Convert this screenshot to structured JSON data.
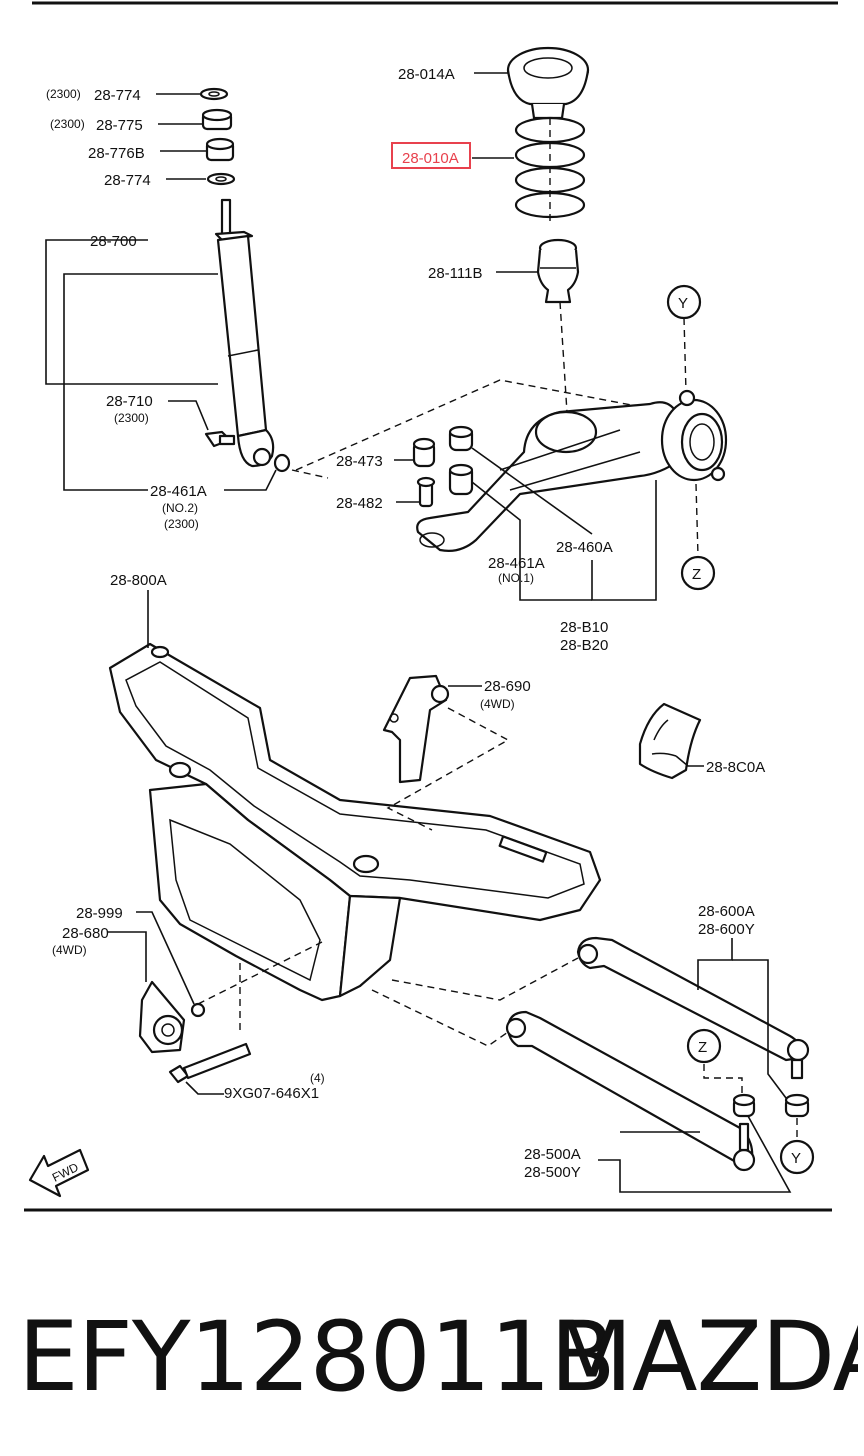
{
  "highlight_color": "#e8414d",
  "labels": {
    "l_28_014A": "28-014A",
    "l_28_010A": "28-010A",
    "l_28_111B": "28-111B",
    "l_28_774_top": "28-774",
    "l_28_775": "28-775",
    "l_28_776B": "28-776B",
    "l_28_774_bot": "28-774",
    "l_2300_a": "(2300)",
    "l_2300_b": "(2300)",
    "l_28_700": "28-700",
    "l_28_710": "28-710",
    "l_28_710_sub": "(2300)",
    "l_28_461A_no2": "28-461A",
    "l_no2": "(NO.2)",
    "l_no2_sub": "(2300)",
    "l_28_473": "28-473",
    "l_28_482": "28-482",
    "l_28_460A": "28-460A",
    "l_28_461A_no1": "28-461A",
    "l_no1": "(NO.1)",
    "l_28_B10": "28-B10",
    "l_28_B20": "28-B20",
    "l_Y_top": "Y",
    "l_Z_top": "Z",
    "l_28_800A": "28-800A",
    "l_28_690": "28-690",
    "l_4wd_690": "(4WD)",
    "l_28_8C0A": "28-8C0A",
    "l_28_999": "28-999",
    "l_28_680": "28-680",
    "l_4wd_680": "(4WD)",
    "l_qty4": "(4)",
    "l_9XG07": "9XG07-646X1",
    "l_28_600A": "28-600A",
    "l_28_600Y": "28-600Y",
    "l_Z_bot": "Z",
    "l_Y_bot": "Y",
    "l_28_500A": "28-500A",
    "l_28_500Y": "28-500Y",
    "l_fwd": "FWD"
  },
  "caption": {
    "part_number": "EFY128011B",
    "brand": "MAZDA"
  }
}
